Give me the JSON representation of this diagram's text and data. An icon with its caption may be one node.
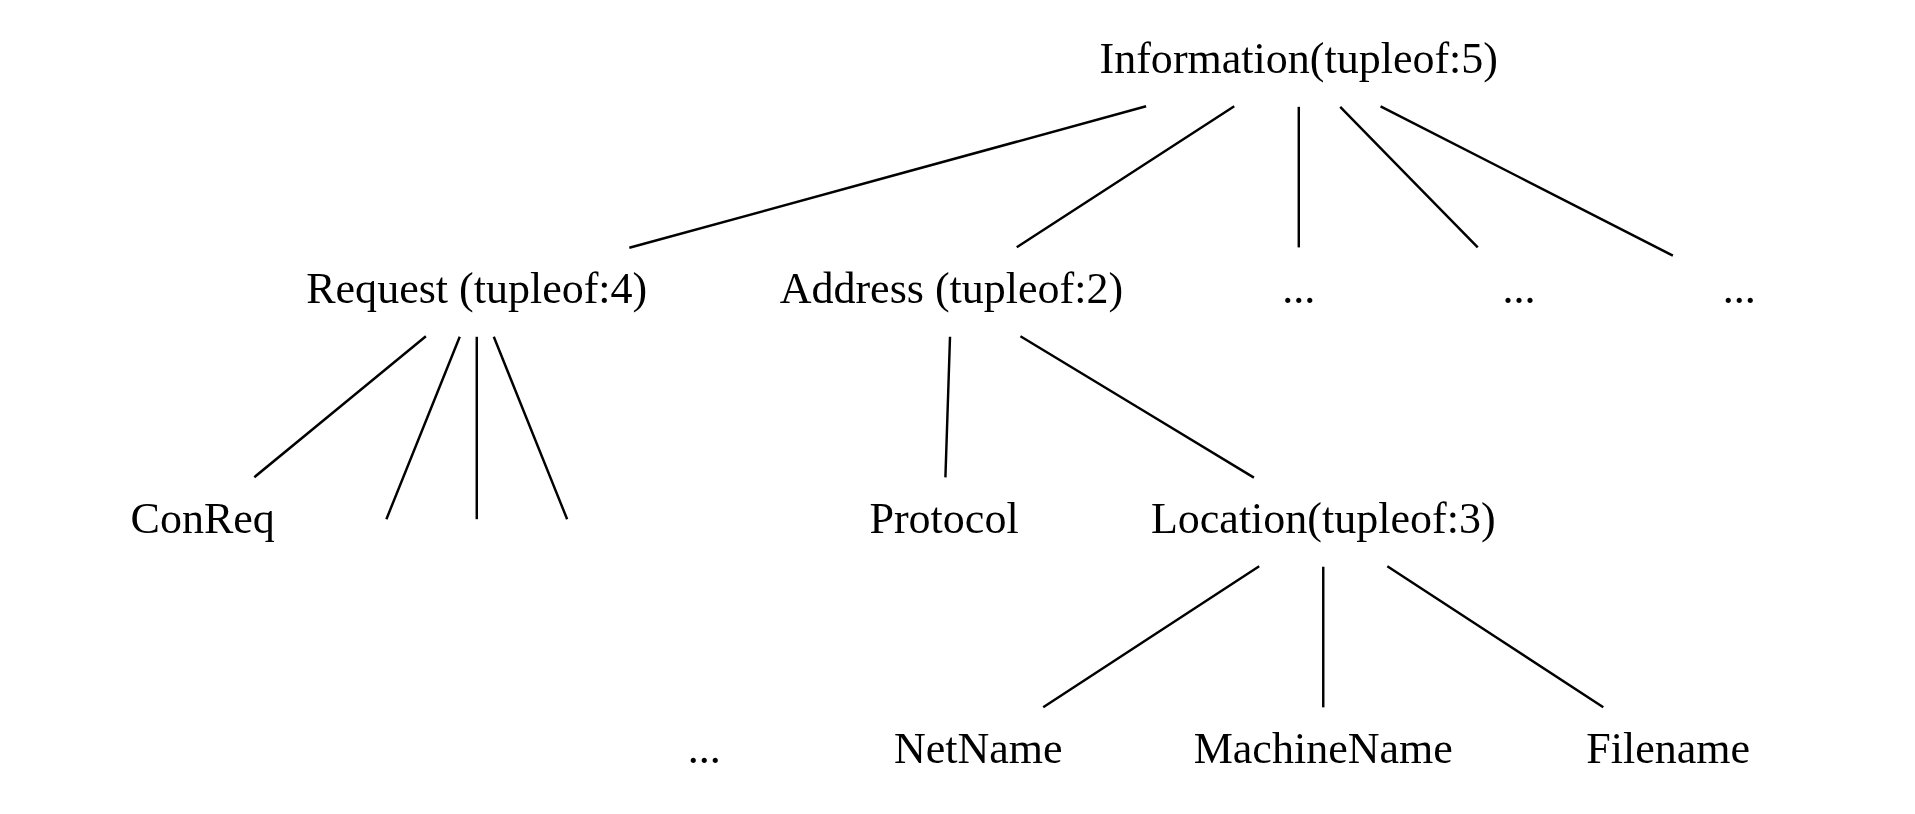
{
  "diagram": {
    "nodes": [
      {
        "text": [
          "Information(tupleof:5)"
        ]
      },
      {
        "text": [
          "Request (tupleof:4)"
        ]
      },
      {
        "text": [
          "Address (tupleof:2)"
        ]
      },
      {
        "text": [
          "..."
        ]
      },
      {
        "text": [
          "..."
        ]
      },
      {
        "text": [
          "..."
        ]
      },
      {
        "text": [
          "ConReq"
        ]
      },
      {
        "text": [
          "Protocol"
        ]
      },
      {
        "text": [
          "Location(tupleof:3)"
        ]
      },
      {
        "text": [
          "NetName"
        ]
      },
      {
        "text": [
          "MachineName"
        ]
      },
      {
        "text": [
          "Filename"
        ]
      }
    ],
    "edges": [
      {
        "from": 0,
        "to": 1,
        "arrow": "none"
      },
      {
        "from": 0,
        "to": 2,
        "arrow": "none"
      },
      {
        "from": 0,
        "to": 3,
        "arrow": "none"
      },
      {
        "from": 0,
        "to": 4,
        "arrow": "none"
      },
      {
        "from": 0,
        "to": 5,
        "arrow": "none"
      },
      {
        "from": 1,
        "to": 6,
        "arrow": "none"
      },
      {
        "from": 1,
        "to": null,
        "arrow": "none"
      },
      {
        "from": 1,
        "to": null,
        "arrow": "none"
      },
      {
        "from": 1,
        "to": null,
        "arrow": "none"
      },
      {
        "from": 2,
        "to": 7,
        "arrow": "none"
      },
      {
        "from": 2,
        "to": 8,
        "arrow": "none"
      },
      {
        "from": 8,
        "to": 9,
        "arrow": "none"
      },
      {
        "from": 8,
        "to": 10,
        "arrow": "none"
      },
      {
        "from": 8,
        "to": 11,
        "arrow": "none"
      }
    ],
    "labels": [
      "..."
    ]
  }
}
